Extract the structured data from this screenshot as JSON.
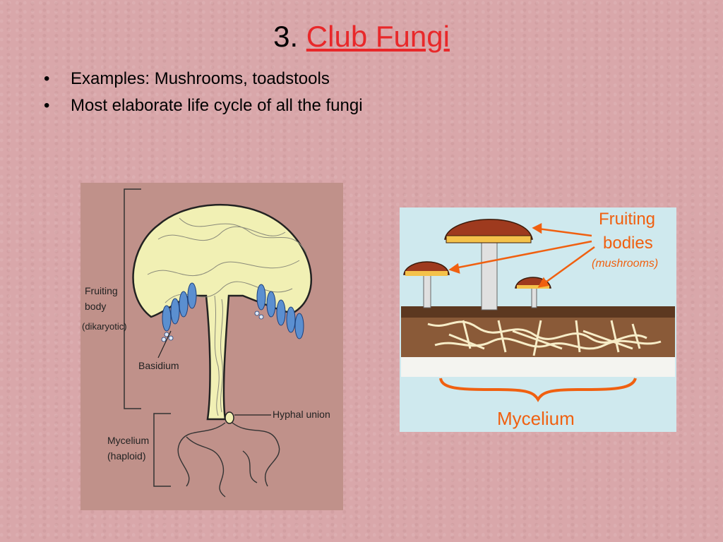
{
  "slide": {
    "title_number": "3.",
    "title_link": "Club Fungi",
    "bullets": [
      "Examples: Mushrooms, toadstools",
      "Most elaborate life cycle of all the fungi"
    ]
  },
  "left_diagram": {
    "label_fruiting_body": "Fruiting",
    "label_fruiting_body_2": "body",
    "label_dikaryotic": "(dikaryotic)",
    "label_basidium": "Basidium",
    "label_hyphal_union": "Hyphal union",
    "label_mycelium": "Mycelium",
    "label_haploid": "(haploid)"
  },
  "right_diagram": {
    "label_fruiting": "Fruiting",
    "label_bodies": "bodies",
    "label_mushrooms": "(mushrooms)",
    "label_mycelium": "Mycelium"
  },
  "colors": {
    "title_link": "#e8282a",
    "cap_left": "#f0f0b0",
    "basidia": "#5b8fd0",
    "arrow_orange": "#f06010",
    "soil": "#8a5a38"
  }
}
